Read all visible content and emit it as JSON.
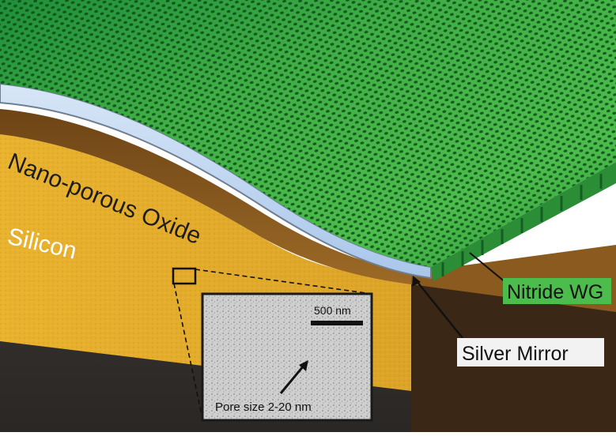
{
  "diagram": {
    "layers": {
      "nanoporous_oxide": "Nano-porous Oxide",
      "silicon": "Silicon"
    },
    "callouts": {
      "nitride_wg": "Nitride WG",
      "silver_mirror": "Silver Mirror"
    },
    "inset": {
      "scale_bar_label": "500 nm",
      "pore_label": "Pore size 2-20 nm"
    },
    "colors": {
      "nitride_green": "#3fae45",
      "silver_mirror": "#b9d3f0",
      "oxide_yellow": "#e6ae2c",
      "oxide_brown": "#8a5a1e",
      "silicon_dark": "#2f2b2a"
    }
  }
}
